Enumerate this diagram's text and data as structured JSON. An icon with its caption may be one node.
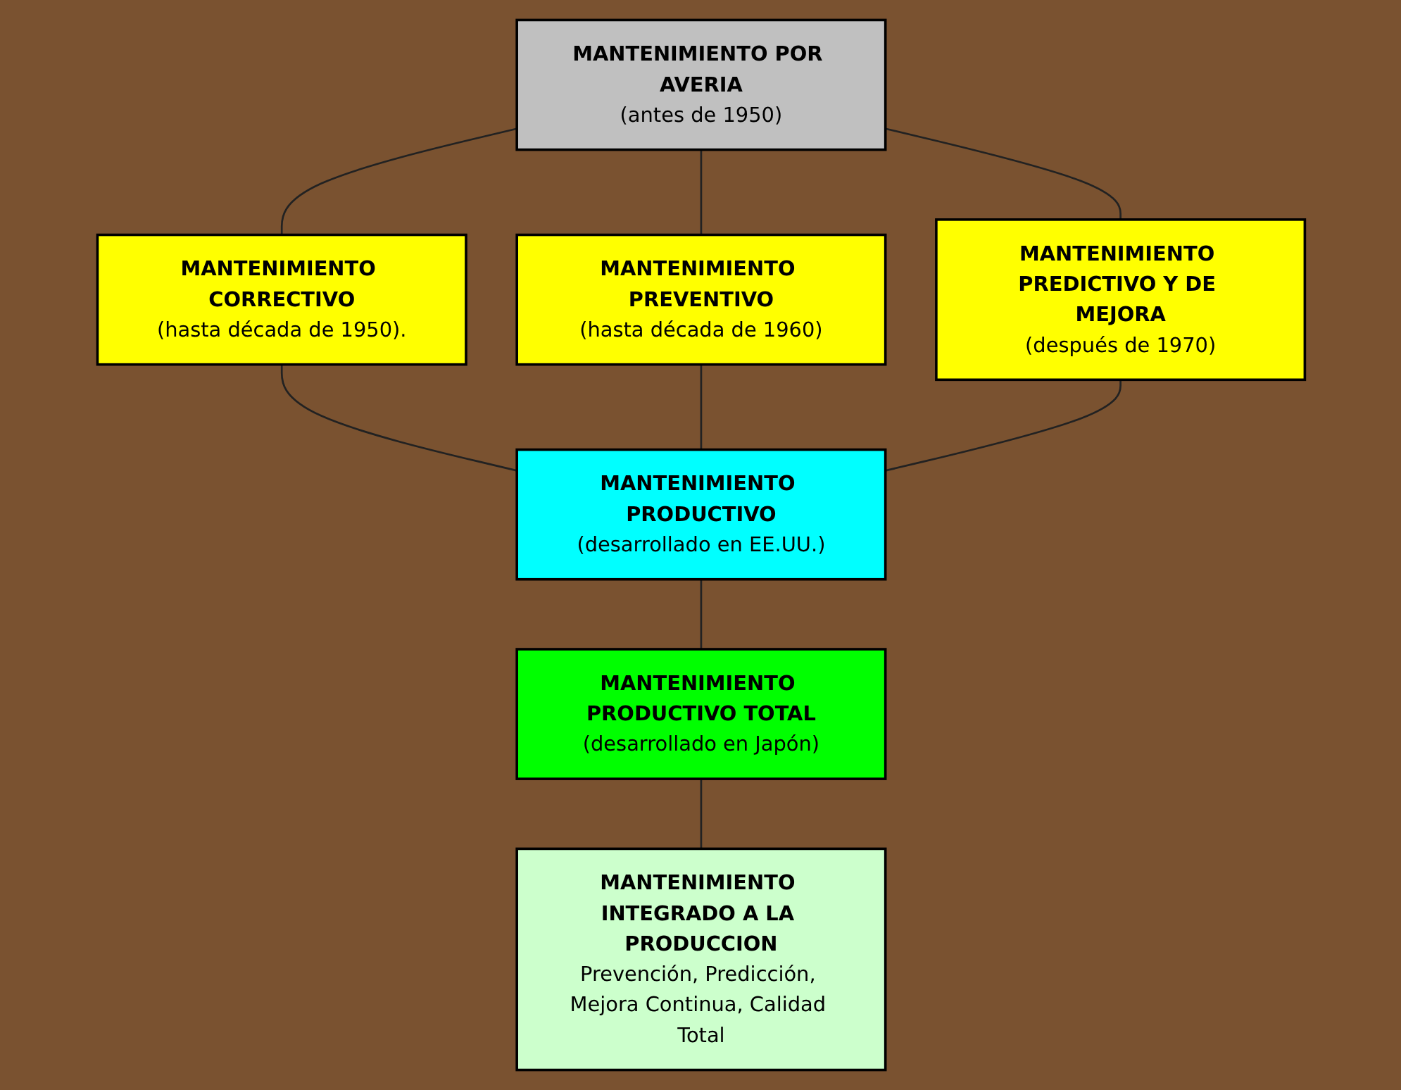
{
  "diagram": {
    "nodes": [
      {
        "text": [
          "MANTENIMIENTO POR AVERIA",
          "(antes de 1950)"
        ]
      },
      {
        "text": [
          "MANTENIMIENTO CORRECTIVO",
          "(hasta década de 1950)."
        ]
      },
      {
        "text": [
          "MANTENIMIENTO PREVENTIVO",
          "(hasta década de 1960)"
        ]
      },
      {
        "text": [
          "MANTENIMIENTO PREDICTIVO Y DE MEJORA",
          "(después de 1970)"
        ]
      },
      {
        "text": [
          "MANTENIMIENTO PRODUCTIVO",
          "(desarrollado en EE.UU.)"
        ]
      },
      {
        "text": [
          "MANTENIMIENTO PRODUCTIVO TOTAL",
          "(desarrollado en Japón)"
        ]
      },
      {
        "text": [
          "MANTENIMIENTO INTEGRADO A LA PRODUCCION",
          "Prevención, Predicción, Mejora Continua, Calidad Total"
        ]
      }
    ],
    "edges": [
      {
        "from": 0,
        "to": 1,
        "arrow": "none"
      },
      {
        "from": 0,
        "to": 2,
        "arrow": "none"
      },
      {
        "from": 0,
        "to": 3,
        "arrow": "none"
      },
      {
        "from": 1,
        "to": 4,
        "arrow": "none"
      },
      {
        "from": 2,
        "to": 4,
        "arrow": "none"
      },
      {
        "from": 3,
        "to": 4,
        "arrow": "none"
      },
      {
        "from": 4,
        "to": 5,
        "arrow": "none"
      },
      {
        "from": 5,
        "to": 6,
        "arrow": "none"
      }
    ]
  }
}
